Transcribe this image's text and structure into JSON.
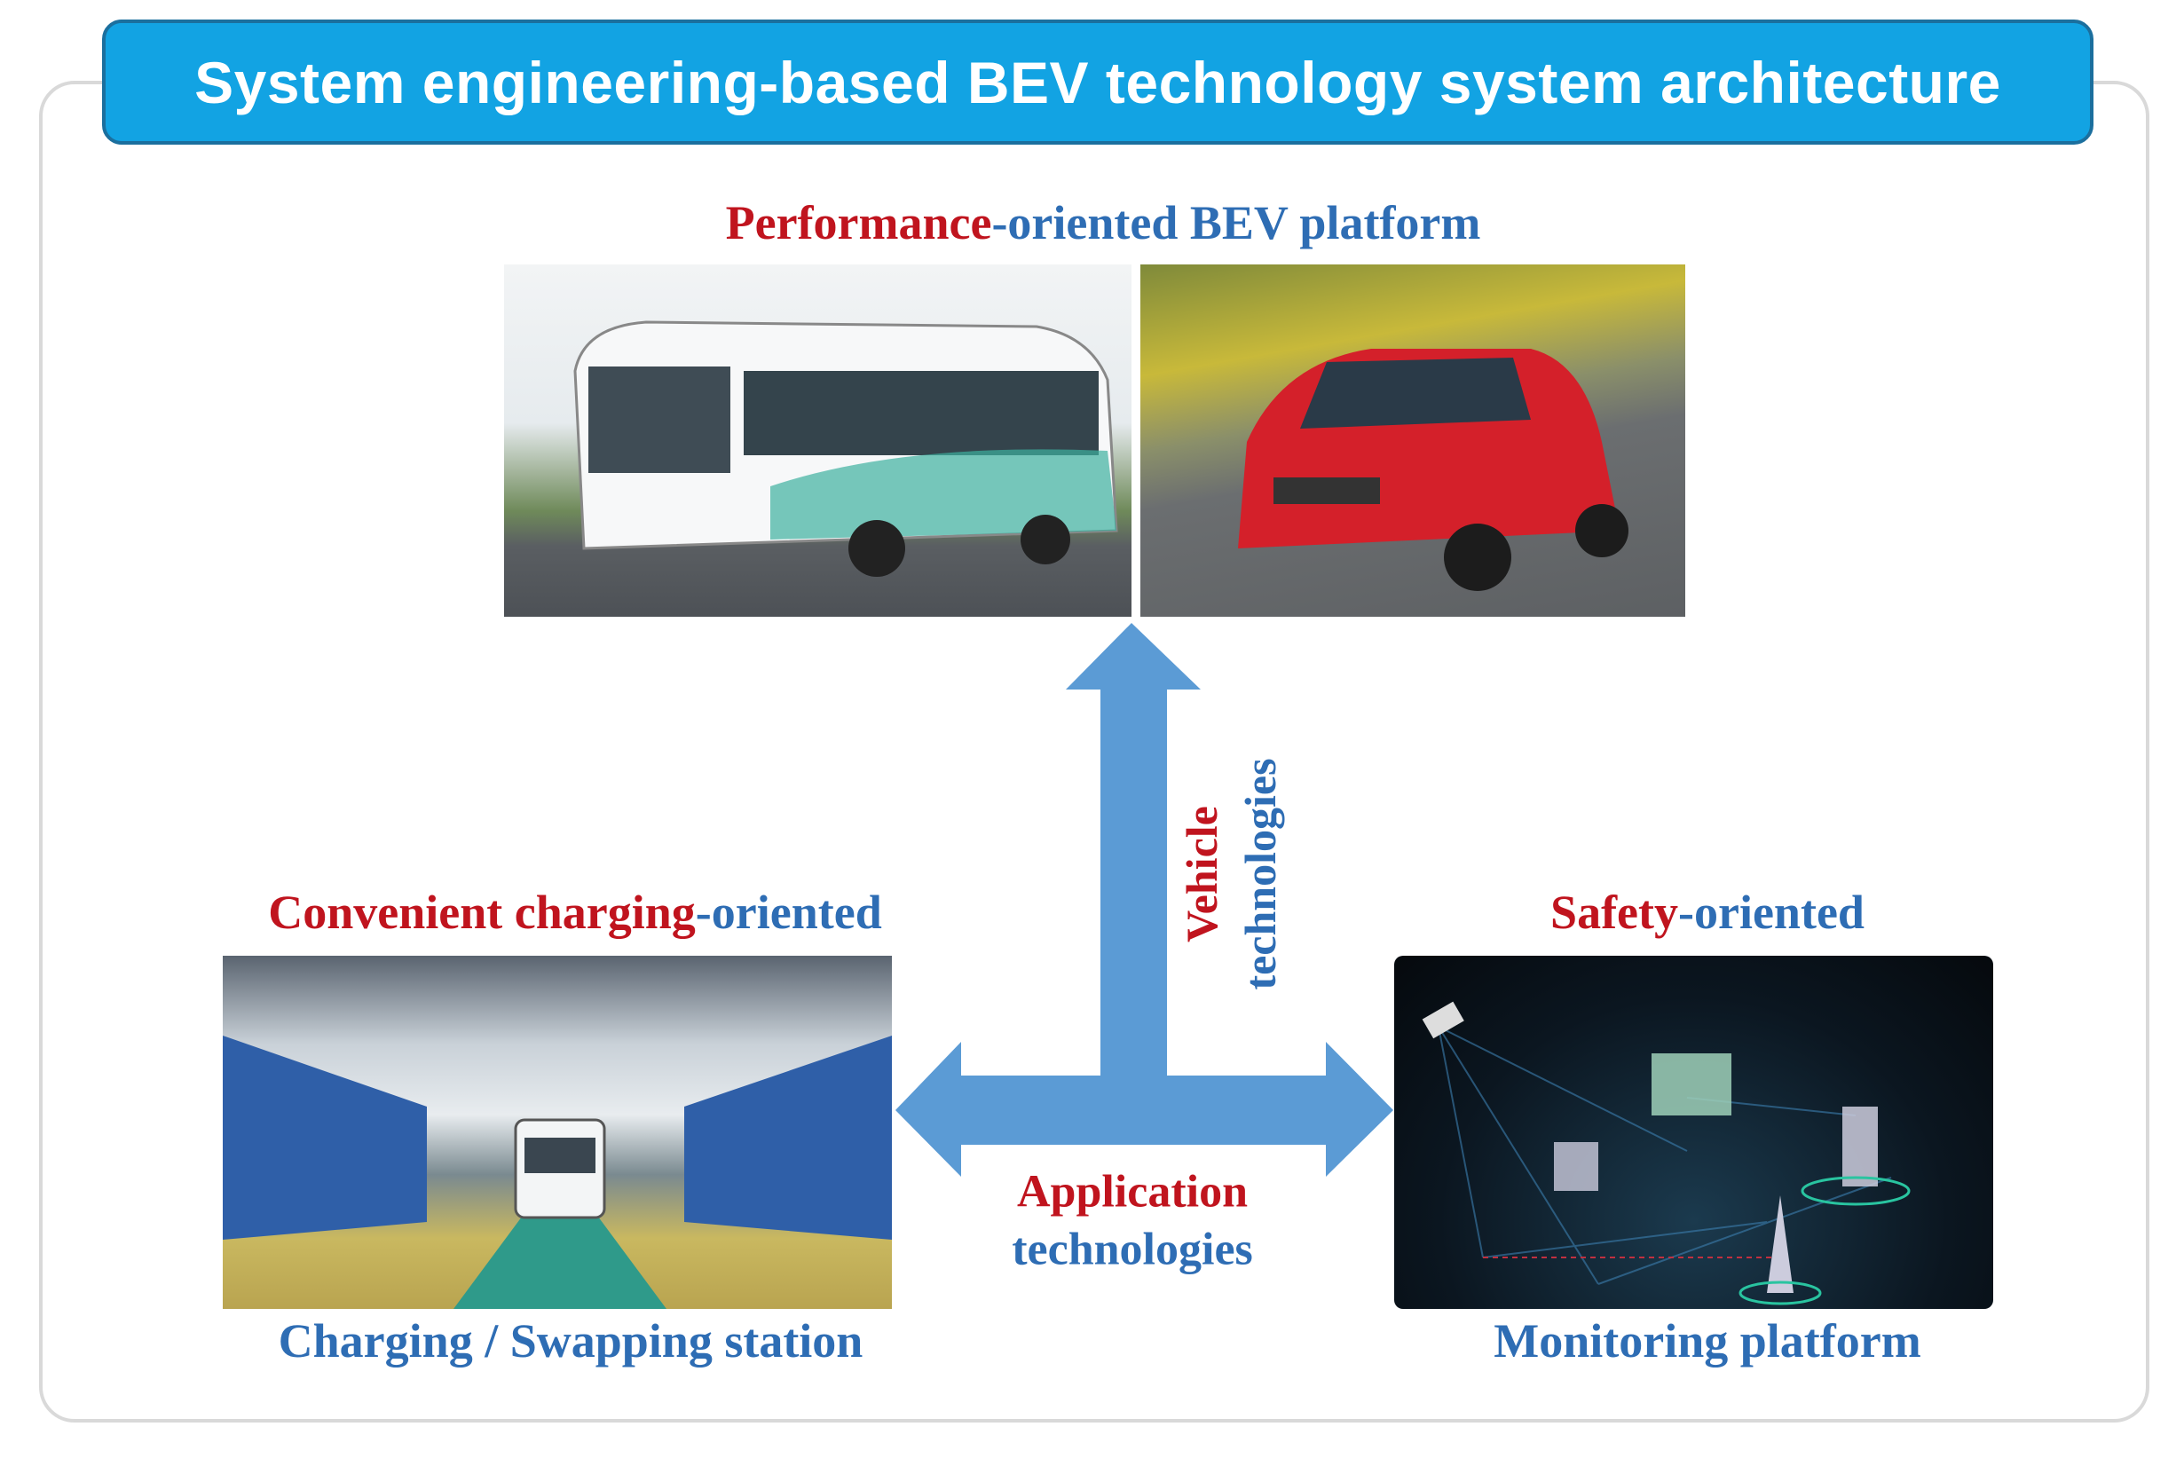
{
  "title": "System engineering-based BEV technology system architecture",
  "top": {
    "highlight": "Performance",
    "rest": "-oriented BEV platform"
  },
  "left": {
    "highlight": "Convenient charging",
    "rest": "-oriented",
    "caption": "Charging / Swapping station"
  },
  "right": {
    "highlight": "Safety",
    "rest": "-oriented",
    "caption": "Monitoring platform"
  },
  "vertical_arrow": {
    "line1": "Vehicle",
    "line2": "technologies"
  },
  "horizontal_arrow": {
    "line1": "Application",
    "line2": "technologies"
  },
  "colors": {
    "title_bg": "#12a3e3",
    "arrow": "#5b9bd5",
    "highlight": "#c0141e",
    "text_blue": "#2e6db4"
  }
}
